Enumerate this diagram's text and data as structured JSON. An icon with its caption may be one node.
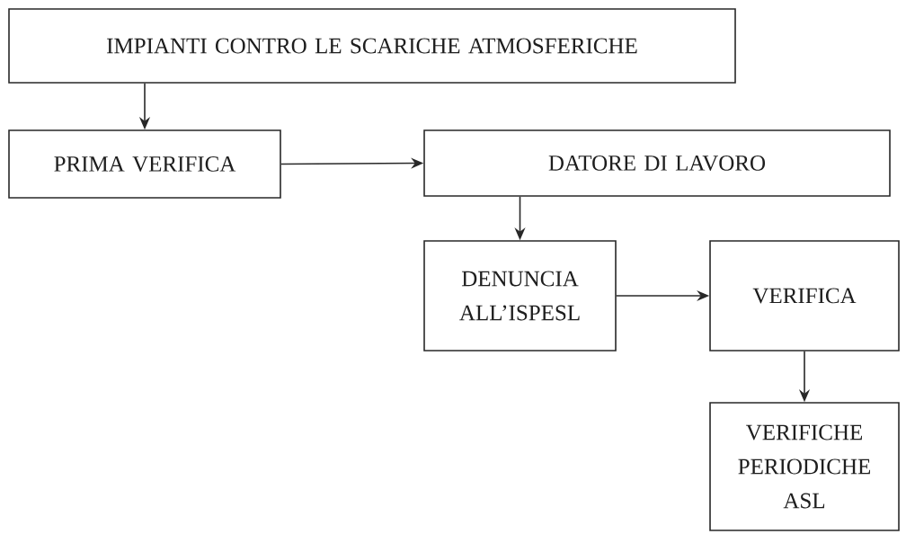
{
  "diagram": {
    "nodes": [
      {
        "text": [
          "IMPIANTI CONTRO LE SCARICHE ATMOSFERICHE"
        ]
      },
      {
        "text": [
          "PRIMA VERIFICA"
        ]
      },
      {
        "text": [
          "DATORE DI LAVORO"
        ]
      },
      {
        "text": [
          "DENUNCIA ALL’ISPESL"
        ]
      },
      {
        "text": [
          "VERIFICA"
        ]
      },
      {
        "text": [
          "VERIFICHE PERIODICHE ASL"
        ]
      }
    ],
    "edges": [
      {
        "from": 0,
        "to": 1,
        "arrow": "to"
      },
      {
        "from": 1,
        "to": 2,
        "arrow": "to"
      },
      {
        "from": 2,
        "to": 3,
        "arrow": "to"
      },
      {
        "from": 3,
        "to": 4,
        "arrow": "to"
      },
      {
        "from": 4,
        "to": 5,
        "arrow": "to"
      }
    ]
  }
}
